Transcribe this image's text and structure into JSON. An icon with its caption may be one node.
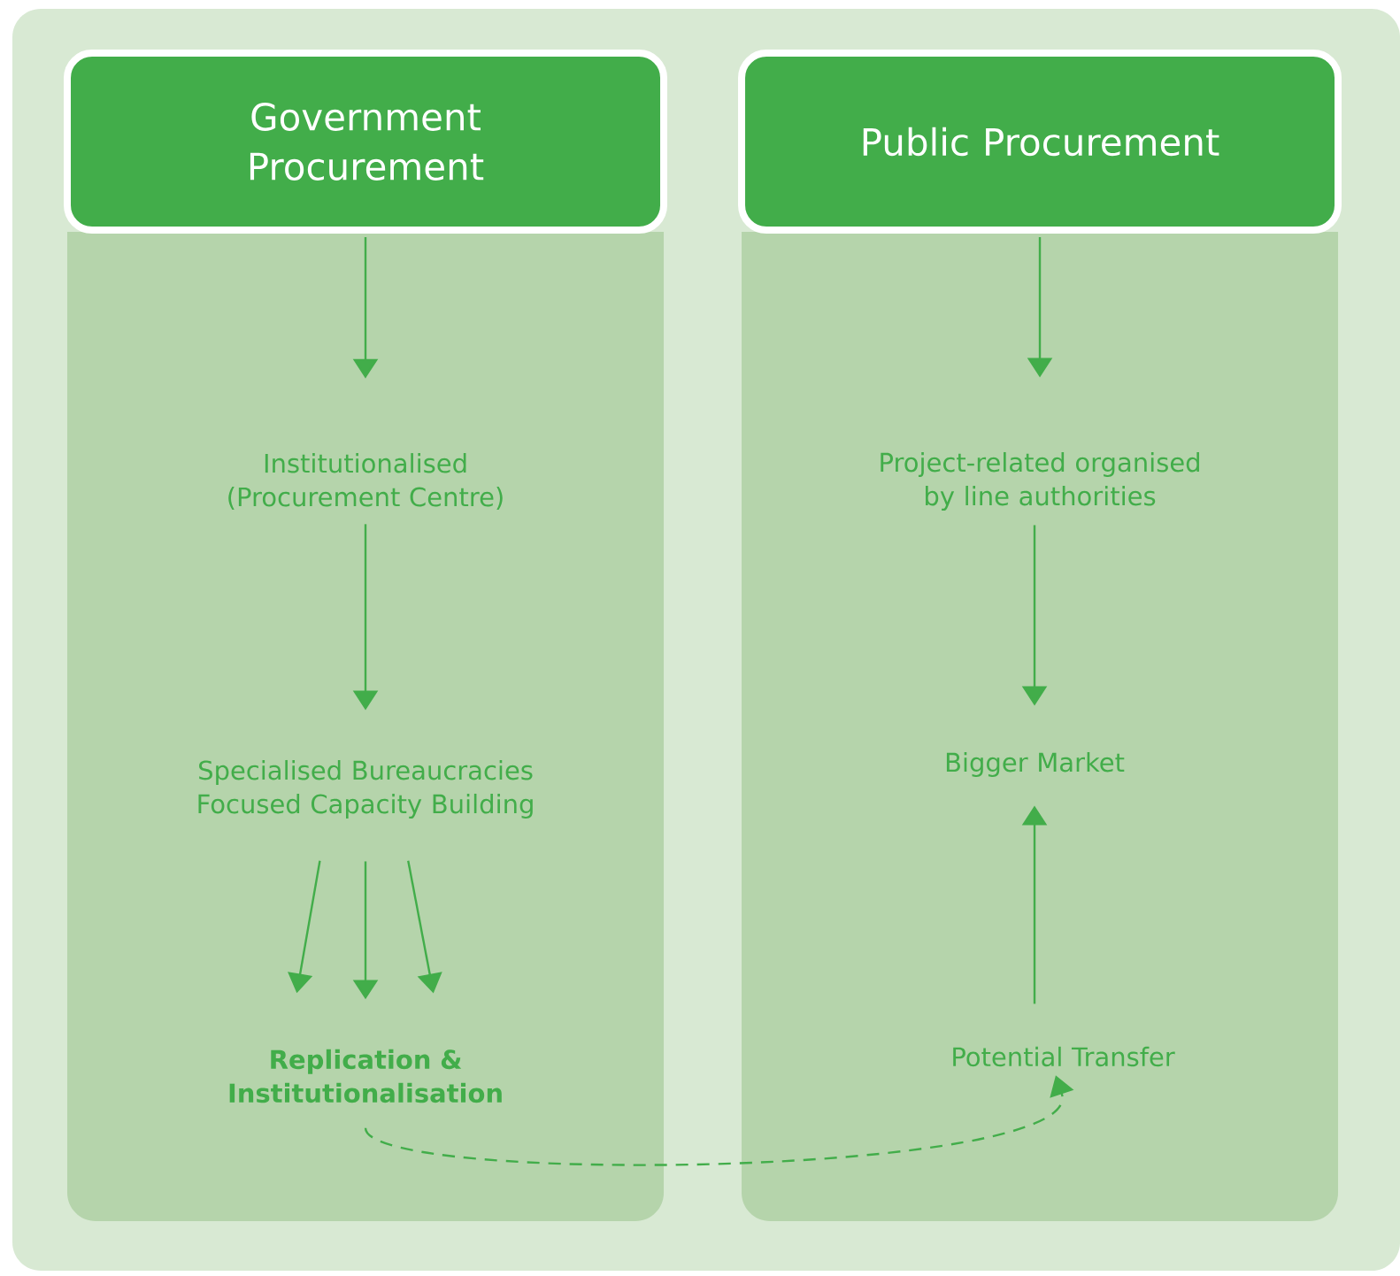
{
  "diagram": {
    "nodes": [
      {
        "text": [],
        "shape": "box"
      },
      {
        "text": [
          "Government Procurement"
        ]
      },
      {
        "text": [
          "Institutionalised (Procurement Centre)"
        ],
        "in": 0
      },
      {
        "text": [
          "Specialised Bureaucracies Focused Capacity Building"
        ],
        "in": 0
      },
      {
        "text": [
          "Replication & Institutionalisation"
        ],
        "in": 0
      },
      {
        "text": [],
        "shape": "box"
      },
      {
        "text": [
          "Public Procurement"
        ]
      },
      {
        "text": [
          "Project-related organised by line authorities"
        ],
        "in": 5
      },
      {
        "text": [
          "Bigger Market"
        ],
        "in": 5
      },
      {
        "text": [
          "Potential Transfer"
        ],
        "in": 5
      }
    ],
    "edges": [
      {
        "from": 1,
        "to": 2,
        "arrow": "to"
      },
      {
        "from": 2,
        "to": 3,
        "arrow": "to"
      },
      {
        "from": 3,
        "to": 4,
        "arrow": "to"
      },
      {
        "from": 3,
        "to": 4,
        "arrow": "to"
      },
      {
        "from": 3,
        "to": 4,
        "arrow": "to"
      },
      {
        "from": 6,
        "to": 7,
        "arrow": "to"
      },
      {
        "from": 7,
        "to": 8,
        "arrow": "to"
      },
      {
        "from": 9,
        "to": 8,
        "arrow": "to"
      },
      {
        "from": 4,
        "to": 9,
        "arrow": "to",
        "style": "dashed"
      }
    ]
  }
}
